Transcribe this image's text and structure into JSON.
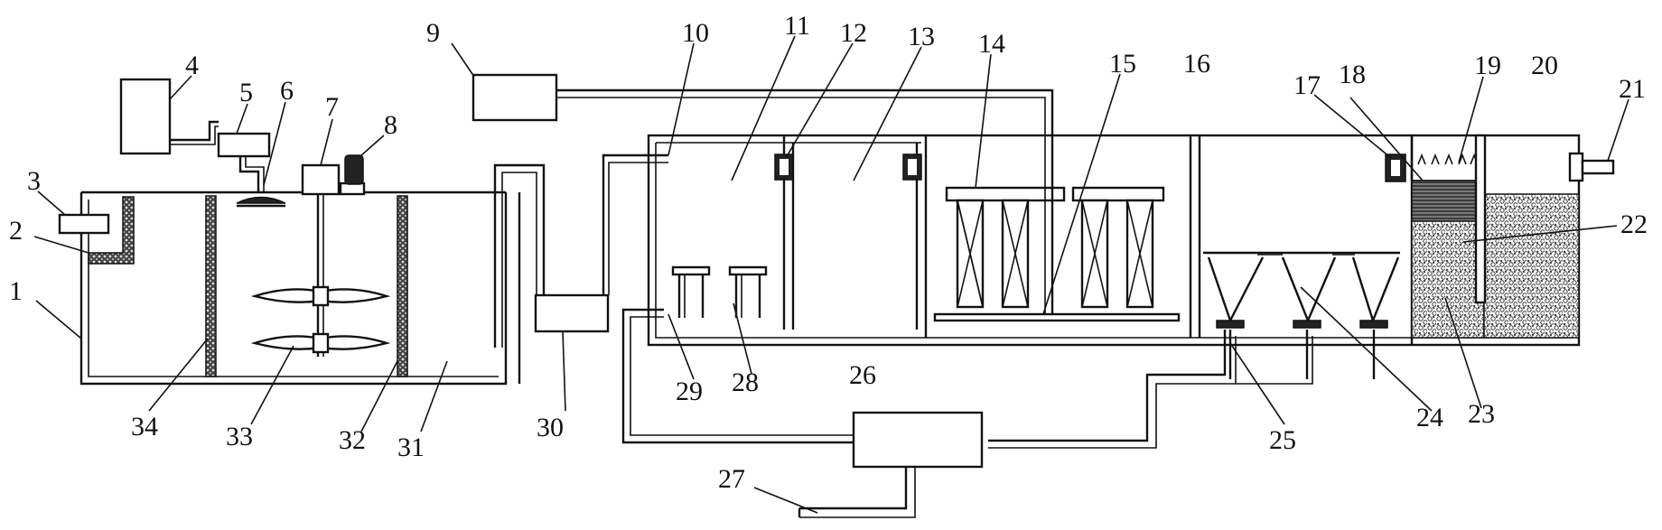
{
  "labels": [
    {
      "id": "1",
      "text": "1"
    },
    {
      "id": "2",
      "text": "2"
    },
    {
      "id": "3",
      "text": "3"
    },
    {
      "id": "4",
      "text": "4"
    },
    {
      "id": "5",
      "text": "5"
    },
    {
      "id": "6",
      "text": "6"
    },
    {
      "id": "7",
      "text": "7"
    },
    {
      "id": "8",
      "text": "8"
    },
    {
      "id": "9",
      "text": "9"
    },
    {
      "id": "10",
      "text": "10"
    },
    {
      "id": "11",
      "text": "11"
    },
    {
      "id": "12",
      "text": "12"
    },
    {
      "id": "13",
      "text": "13"
    },
    {
      "id": "14",
      "text": "14"
    },
    {
      "id": "15",
      "text": "15"
    },
    {
      "id": "16",
      "text": "16"
    },
    {
      "id": "17",
      "text": "17"
    },
    {
      "id": "18",
      "text": "18"
    },
    {
      "id": "19",
      "text": "19"
    },
    {
      "id": "20",
      "text": "20"
    },
    {
      "id": "21",
      "text": "21"
    },
    {
      "id": "22",
      "text": "22"
    },
    {
      "id": "23",
      "text": "23"
    },
    {
      "id": "24",
      "text": "24"
    },
    {
      "id": "25",
      "text": "25"
    },
    {
      "id": "26",
      "text": "26"
    },
    {
      "id": "27",
      "text": "27"
    },
    {
      "id": "28",
      "text": "28"
    },
    {
      "id": "29",
      "text": "29"
    },
    {
      "id": "30",
      "text": "30"
    },
    {
      "id": "31",
      "text": "31"
    },
    {
      "id": "32",
      "text": "32"
    },
    {
      "id": "33",
      "text": "33"
    },
    {
      "id": "34",
      "text": "34"
    }
  ],
  "colors": {
    "line": "#111111",
    "background": "#ffffff",
    "fill_dark": "#222222",
    "media": "#555555"
  }
}
